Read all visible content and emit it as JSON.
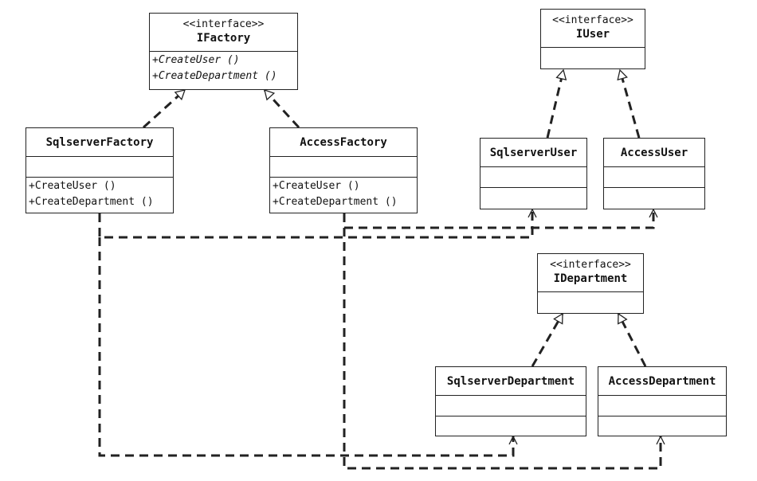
{
  "diagram": {
    "classes": {
      "ifactory": {
        "stereotype": "<<interface>>",
        "name": "IFactory",
        "operations": [
          "+CreateUser ()",
          "+CreateDepartment ()"
        ]
      },
      "sqlserver_factory": {
        "name": "SqlserverFactory",
        "operations": [
          "+CreateUser ()",
          "+CreateDepartment ()"
        ]
      },
      "access_factory": {
        "name": "AccessFactory",
        "operations": [
          "+CreateUser ()",
          "+CreateDepartment ()"
        ]
      },
      "iuser": {
        "stereotype": "<<interface>>",
        "name": "IUser"
      },
      "sqlserver_user": {
        "name": "SqlserverUser"
      },
      "access_user": {
        "name": "AccessUser"
      },
      "idepartment": {
        "stereotype": "<<interface>>",
        "name": "IDepartment"
      },
      "sqlserver_department": {
        "name": "SqlserverDepartment"
      },
      "access_department": {
        "name": "AccessDepartment"
      }
    },
    "relationships": [
      {
        "from": "SqlserverFactory",
        "to": "IFactory",
        "type": "realization"
      },
      {
        "from": "AccessFactory",
        "to": "IFactory",
        "type": "realization"
      },
      {
        "from": "SqlserverUser",
        "to": "IUser",
        "type": "realization"
      },
      {
        "from": "AccessUser",
        "to": "IUser",
        "type": "realization"
      },
      {
        "from": "SqlserverDepartment",
        "to": "IDepartment",
        "type": "realization"
      },
      {
        "from": "AccessDepartment",
        "to": "IDepartment",
        "type": "realization"
      },
      {
        "from": "SqlserverFactory",
        "to": "SqlserverUser",
        "type": "dependency"
      },
      {
        "from": "SqlserverFactory",
        "to": "SqlserverDepartment",
        "type": "dependency"
      },
      {
        "from": "AccessFactory",
        "to": "AccessUser",
        "type": "dependency"
      },
      {
        "from": "AccessFactory",
        "to": "AccessDepartment",
        "type": "dependency"
      }
    ]
  }
}
